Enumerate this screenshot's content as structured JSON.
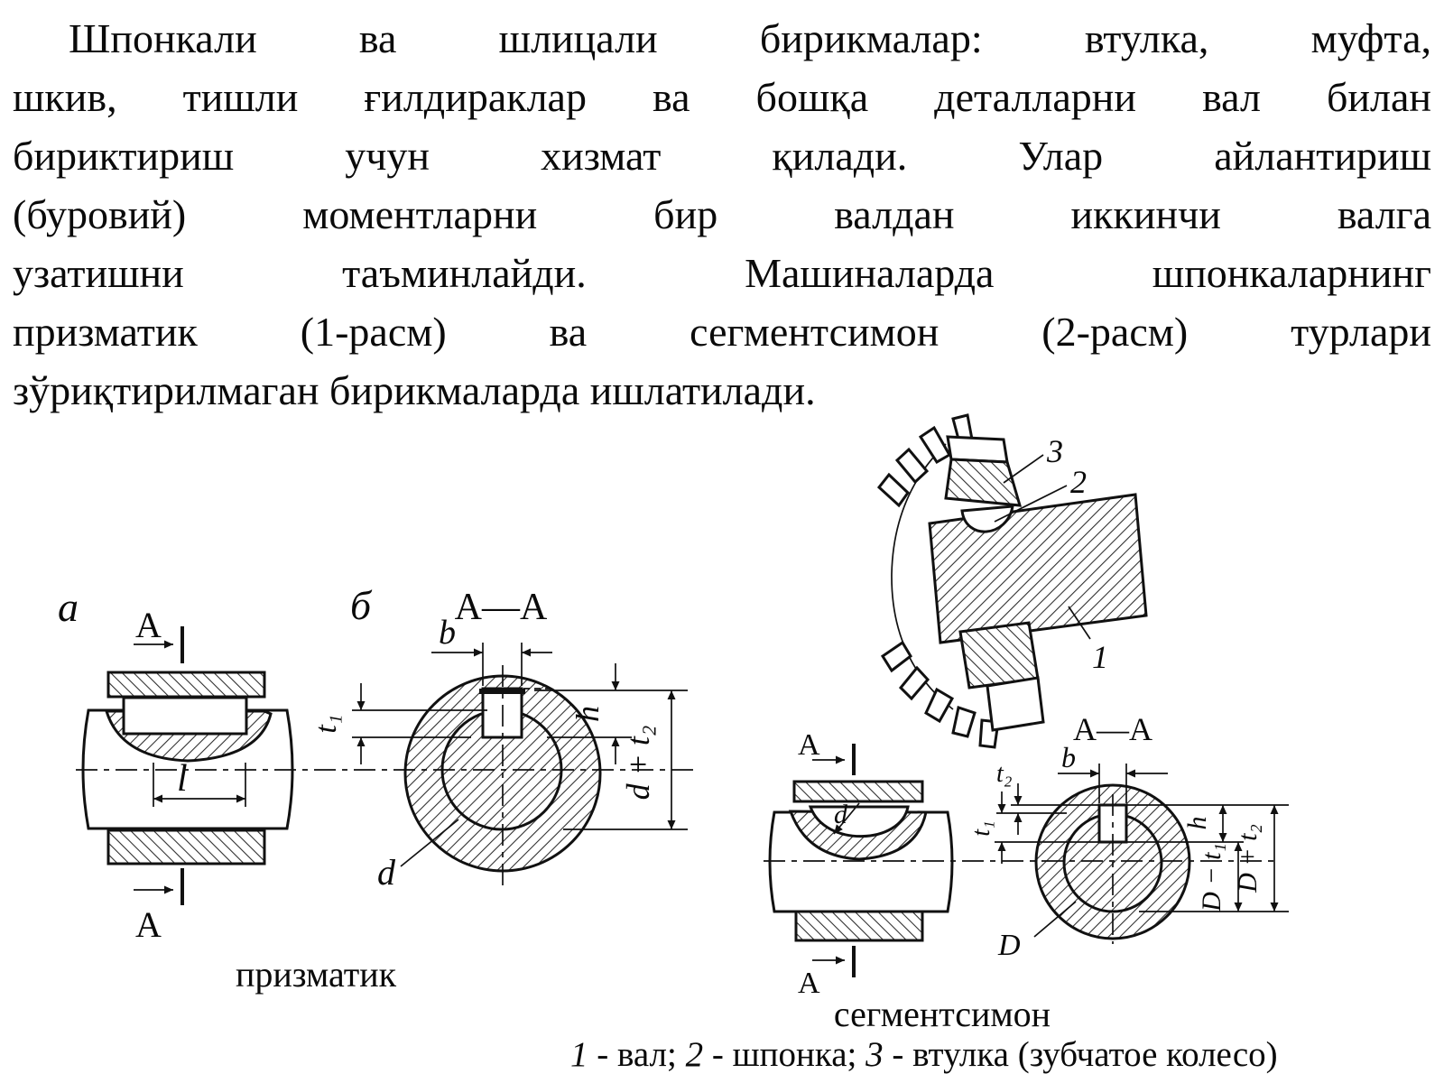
{
  "page": {
    "background": "#ffffff",
    "ink": "#111111"
  },
  "paragraph": {
    "lines": [
      "Шпонкали ва шлицали бирикмалар: втулка, муфта,",
      "шкив, тишли ғилдираклар ва бошқа деталларни вал билан",
      "бириктириш учун хизмат қилади. Улар айлантириш",
      "(буровий) моментларни бир валдан иккинчи валга",
      "узатишни таъминлайди. Машиналарда шпонкаларнинг",
      "призматик (1-расм) ва сегментсимон (2-расм) турлари",
      "зўриқтирилмаган бирикмаларда ишлатилади."
    ]
  },
  "prismatic": {
    "view_label": "а",
    "section_label": "б",
    "section_title": "А—А",
    "cut_letter": "A",
    "dims": {
      "l": "l",
      "b": "b",
      "t1": "t₁",
      "h": "h",
      "d_plus_t2": "d + t₂",
      "d": "d"
    },
    "caption": "призматик"
  },
  "gear": {
    "part1": "1",
    "part2": "2",
    "part3": "3"
  },
  "segment": {
    "section_title": "А—А",
    "cut_letter": "A",
    "dims": {
      "d": "d",
      "b": "b",
      "t1": "t₁",
      "t2": "t₂",
      "h": "h",
      "D": "D",
      "D_minus_t1": "D − t₁",
      "D_plus_t2": "D + t₂"
    },
    "caption": "сегментсимон"
  },
  "legend": {
    "n1": "1",
    "t1": " - вал; ",
    "n2": "2",
    "t2": " - шпонка; ",
    "n3": "3",
    "t3": " - втулка (зубчатое колесо)"
  }
}
